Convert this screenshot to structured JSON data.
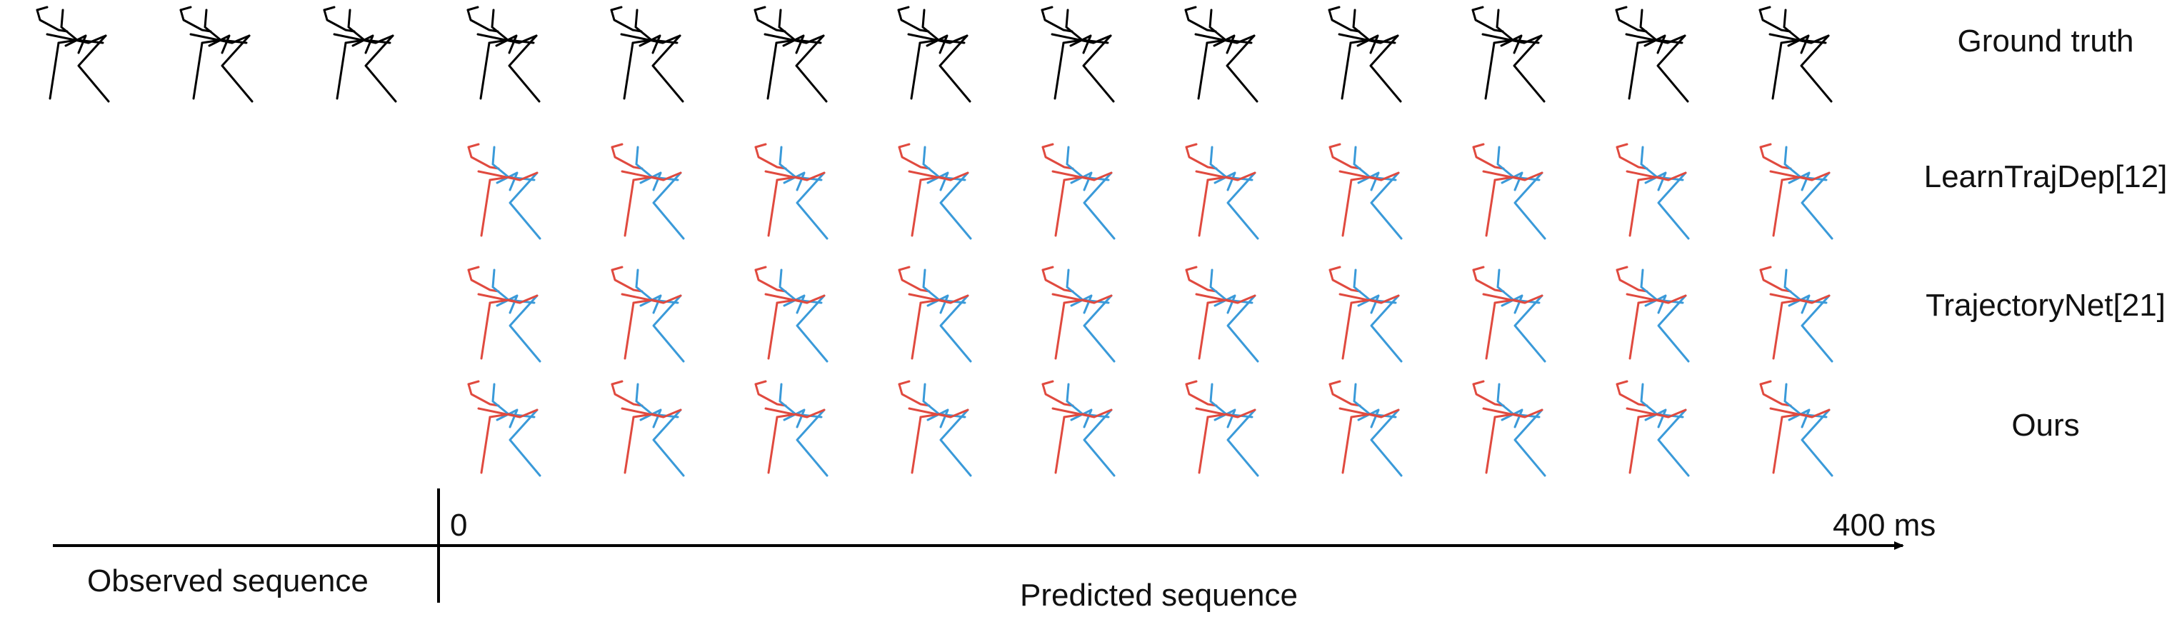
{
  "figure": {
    "rows": [
      {
        "id": "ground-truth",
        "label": "Ground truth",
        "frames": 13,
        "style": "ground-truth"
      },
      {
        "id": "learntrajdep",
        "label": "LearnTrajDep[12]",
        "frames": 10,
        "style": "prediction"
      },
      {
        "id": "trajectorynet",
        "label": "TrajectoryNet[21]",
        "frames": 10,
        "style": "prediction"
      },
      {
        "id": "ours",
        "label": "Ours",
        "frames": 10,
        "style": "prediction"
      }
    ],
    "colors": {
      "ground_truth": "#000000",
      "left_limbs": "#e04a3f",
      "right_limbs": "#3a9ad9",
      "axis": "#000000",
      "text": "#111111"
    },
    "timeline": {
      "start_label": "0",
      "end_label": "400 ms",
      "observed_label": "Observed sequence",
      "predicted_label": "Predicted sequence"
    }
  }
}
